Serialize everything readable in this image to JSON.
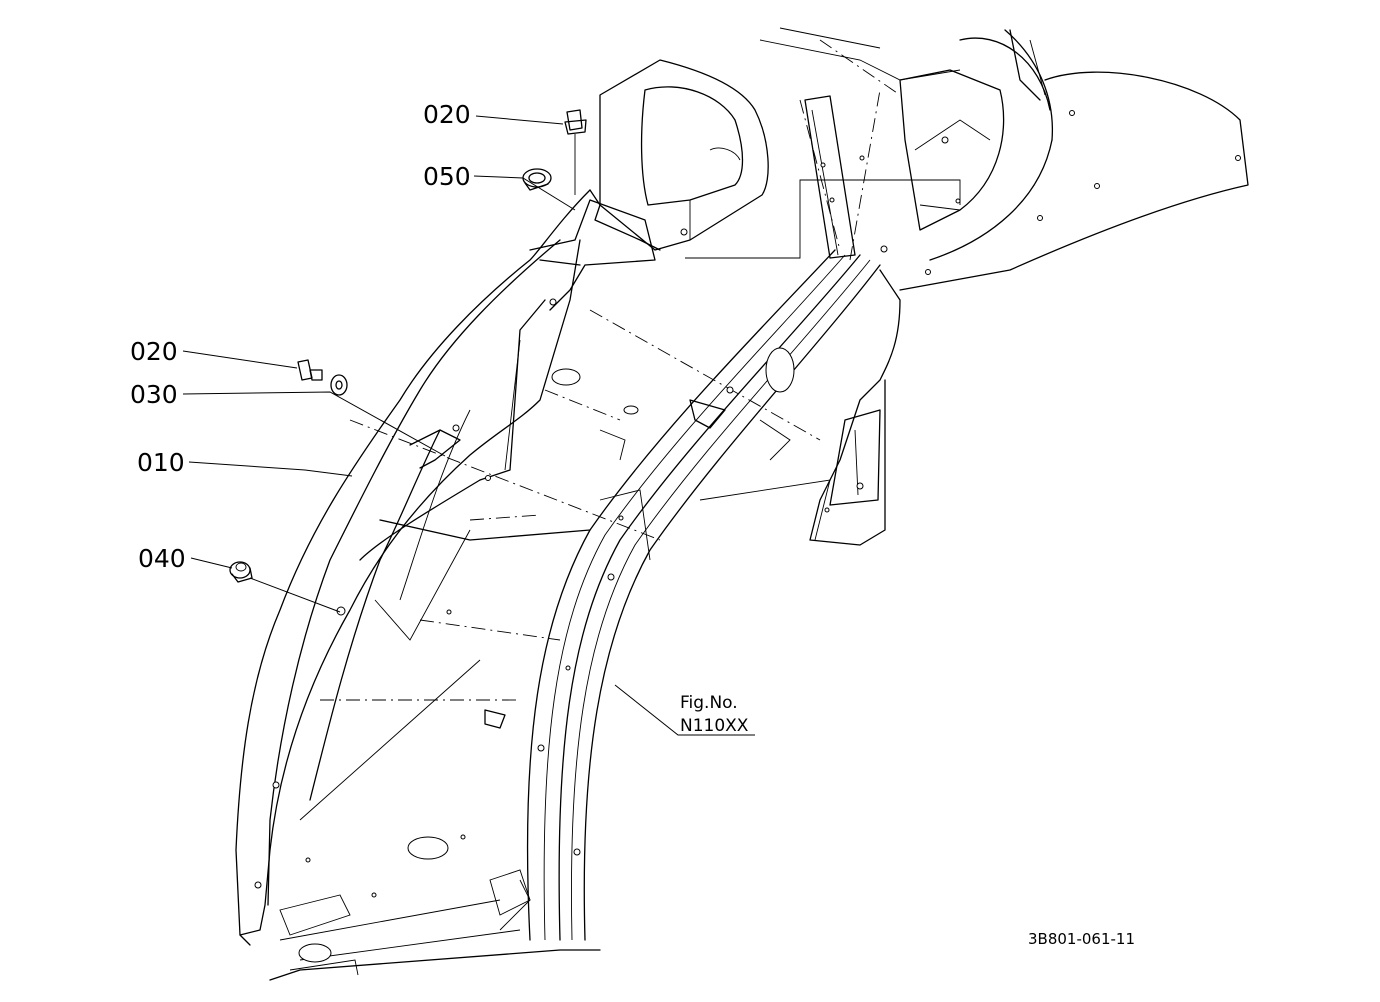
{
  "labels": {
    "p020_top": "020",
    "p050": "050",
    "p020_mid": "020",
    "p030": "030",
    "p010": "010",
    "p040": "040"
  },
  "fig_ref": {
    "line1": "Fig.No.",
    "line2": "N110XX"
  },
  "drawing_code": "3B801-061-11"
}
